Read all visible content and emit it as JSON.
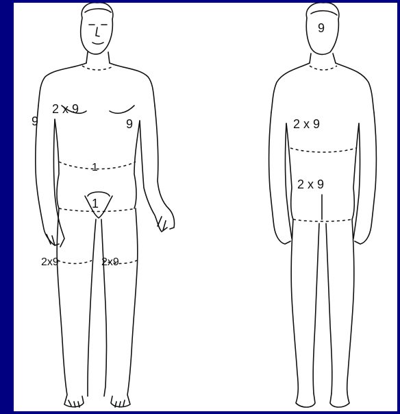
{
  "front_figure": {
    "chest_label": "2 x 9",
    "arm_right_label": "9",
    "arm_left_label": "9",
    "abdomen_label": "1",
    "perineum_label": "1",
    "thigh_right_label": "2x9",
    "thigh_left_label": "2x9"
  },
  "back_figure": {
    "head_label": "9",
    "upper_back_label": "2 x 9",
    "lower_back_label": "2 x 9"
  },
  "colors": {
    "frame": "#000080",
    "panel": "#ffffff",
    "ink": "#111111"
  }
}
